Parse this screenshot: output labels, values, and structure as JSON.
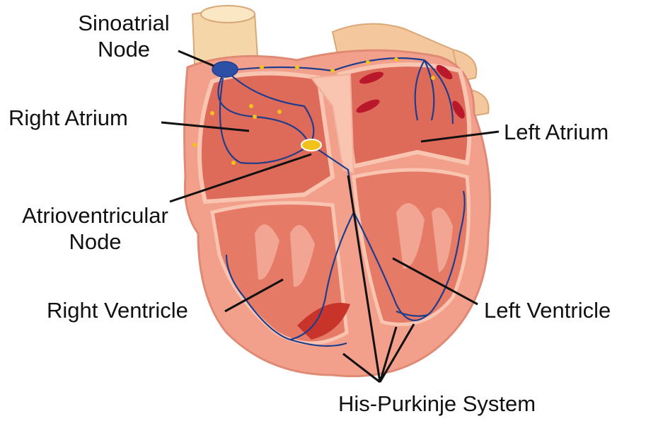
{
  "labels": {
    "sinoatrial_node": [
      "Sinoatrial",
      "Node"
    ],
    "right_atrium": "Right Atrium",
    "left_atrium": "Left Atrium",
    "atrioventricular_node": [
      "Atrioventricular",
      "Node"
    ],
    "right_ventricle": "Right Ventricle",
    "left_ventricle": "Left Ventricle",
    "his_purkinje_system": "His-Purkinje System"
  },
  "colors": {
    "tissue_outer": "#f2a08c",
    "tissue_inner": "#de6a5a",
    "tissue_light": "#f9c4b0",
    "vessel_tan": "#f5d6a8",
    "conduction_path": "#1f3d8c",
    "impulse_marker": "#f2c21a"
  }
}
